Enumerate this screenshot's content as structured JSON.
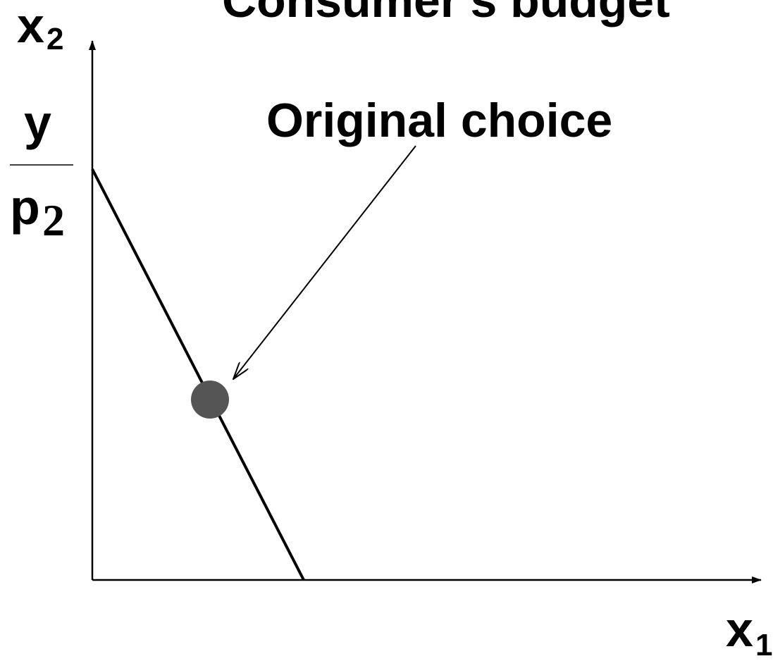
{
  "title": "Consumer's budget",
  "axes": {
    "y_axis": {
      "symbol": "x",
      "subscript": "2"
    },
    "x_axis": {
      "symbol": "x",
      "subscript": "1"
    }
  },
  "intercept": {
    "numerator": "y",
    "denominator_symbol": "p",
    "denominator_subscript": "2"
  },
  "annotation": {
    "label": "Original choice"
  },
  "colors": {
    "ink": "#000000",
    "point": "#555555",
    "background": "#ffffff"
  }
}
